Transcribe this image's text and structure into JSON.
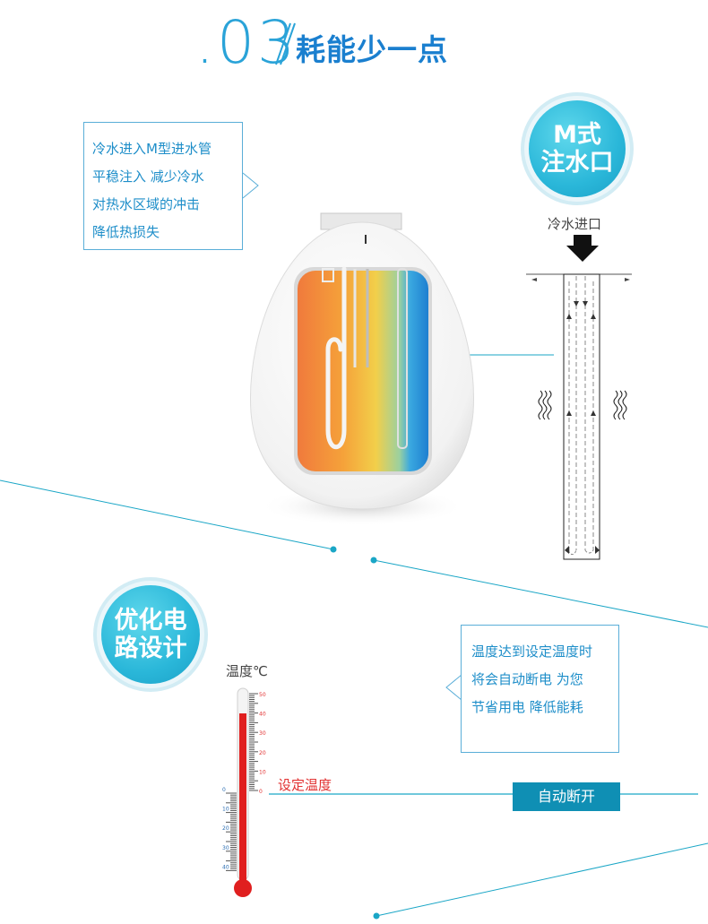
{
  "header": {
    "number": ".03",
    "title": "耗能少一点"
  },
  "section_m_inlet": {
    "callout_lines": [
      "冷水进入M型进水管",
      "平稳注入 减少冷水",
      "对热水区域的冲击",
      "降低热损失"
    ],
    "badge_lines": [
      "M式",
      "注水口"
    ],
    "inlet_label": "冷水进口"
  },
  "section_circuit": {
    "badge_lines": [
      "优化电",
      "路设计"
    ],
    "callout_lines": [
      "温度达到设定温度时",
      "将会自动断电 为您",
      "节省用电 降低能耗"
    ],
    "thermometer_label": "温度℃",
    "set_temp_label": "设定温度",
    "auto_off_label": "自动断开",
    "scale_top": [
      "50",
      "40",
      "30",
      "20",
      "10",
      "0"
    ],
    "scale_bottom": [
      "0",
      "10",
      "20",
      "30",
      "40"
    ]
  },
  "colors": {
    "accent_blue": "#1a7fcf",
    "cyan": "#2ab7d9",
    "line_teal": "#1aa6c6",
    "button": "#0f8fb4",
    "thermo_red": "#e01f1f"
  }
}
